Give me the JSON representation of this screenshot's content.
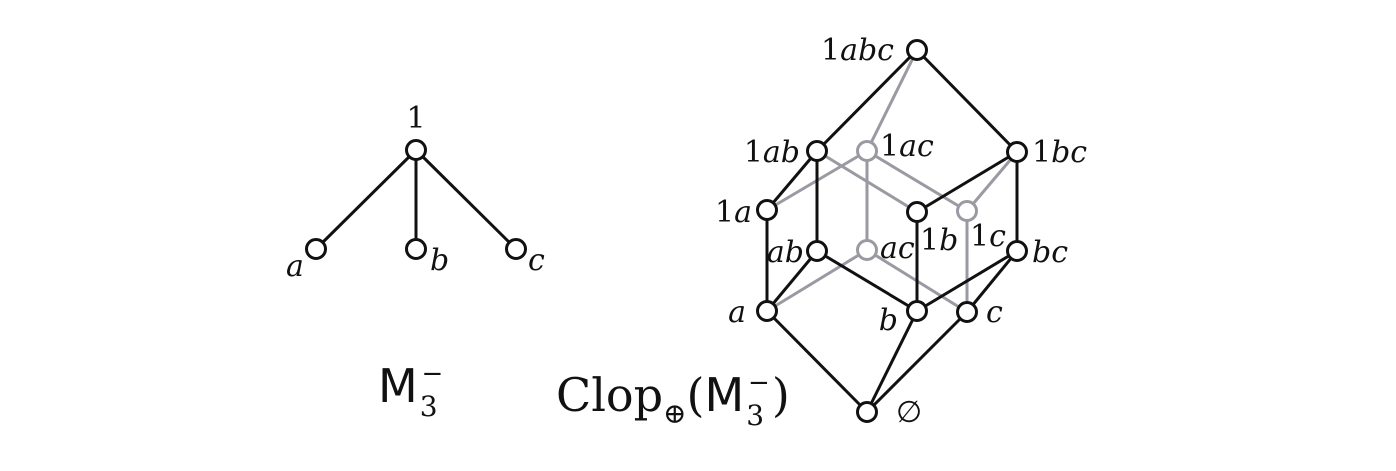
{
  "diagrams": {
    "m3": {
      "caption": {
        "base": "M",
        "sub": "3",
        "sup": "−"
      },
      "nodes": [
        {
          "id": "1",
          "label": "1"
        },
        {
          "id": "a",
          "label": "a"
        },
        {
          "id": "b",
          "label": "b"
        },
        {
          "id": "c",
          "label": "c"
        }
      ],
      "edges": [
        [
          "1",
          "a"
        ],
        [
          "1",
          "b"
        ],
        [
          "1",
          "c"
        ]
      ]
    },
    "clop": {
      "caption": {
        "prefix": "Clop",
        "sub": "⊕",
        "open": "(",
        "base": "M",
        "base_sub": "3",
        "base_sup": "−",
        "close": ")"
      },
      "nodes": [
        {
          "id": "1abc",
          "num": "1",
          "it": "abc",
          "style": "front"
        },
        {
          "id": "1ab",
          "num": "1",
          "it": "ab",
          "style": "front"
        },
        {
          "id": "1ac",
          "num": "1",
          "it": "ac",
          "style": "back"
        },
        {
          "id": "1bc",
          "num": "1",
          "it": "bc",
          "style": "front"
        },
        {
          "id": "1a",
          "num": "1",
          "it": "a",
          "style": "front"
        },
        {
          "id": "1b",
          "num": "1",
          "it": "b",
          "style": "front"
        },
        {
          "id": "1c",
          "num": "1",
          "it": "c",
          "style": "back"
        },
        {
          "id": "ab",
          "num": "",
          "it": "ab",
          "style": "front"
        },
        {
          "id": "ac",
          "num": "",
          "it": "ac",
          "style": "back"
        },
        {
          "id": "bc",
          "num": "",
          "it": "bc",
          "style": "front"
        },
        {
          "id": "a",
          "num": "",
          "it": "a",
          "style": "front"
        },
        {
          "id": "b",
          "num": "",
          "it": "b",
          "style": "front"
        },
        {
          "id": "c",
          "num": "",
          "it": "c",
          "style": "front"
        },
        {
          "id": "empty",
          "num": "∅",
          "it": "",
          "style": "front"
        }
      ],
      "edges_front": [
        [
          "1abc",
          "1ab"
        ],
        [
          "1abc",
          "1bc"
        ],
        [
          "1ab",
          "1a"
        ],
        [
          "1ab",
          "ab"
        ],
        [
          "1bc",
          "1b"
        ],
        [
          "1bc",
          "bc"
        ],
        [
          "1a",
          "a"
        ],
        [
          "ab",
          "a"
        ],
        [
          "ab",
          "b"
        ],
        [
          "1b",
          "b"
        ],
        [
          "bc",
          "b"
        ],
        [
          "bc",
          "c"
        ],
        [
          "a",
          "empty"
        ],
        [
          "b",
          "empty"
        ],
        [
          "c",
          "empty"
        ]
      ],
      "edges_back": [
        [
          "1abc",
          "1ac"
        ],
        [
          "1ac",
          "1a"
        ],
        [
          "1ac",
          "1c"
        ],
        [
          "1ac",
          "ac"
        ],
        [
          "1ab",
          "1b"
        ],
        [
          "1bc",
          "1c"
        ],
        [
          "1c",
          "c"
        ],
        [
          "ac",
          "a"
        ],
        [
          "ac",
          "c"
        ]
      ]
    }
  },
  "colors": {
    "front": "#111111",
    "back": "#9a9aa2",
    "node_fill": "#ffffff"
  }
}
